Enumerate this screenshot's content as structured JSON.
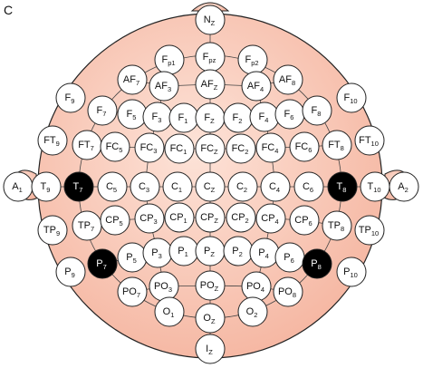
{
  "panel_label": "C",
  "colors": {
    "scalp": "#f5b5a0",
    "scalp_light": "#fde3d8",
    "scalp_stroke": "#222222",
    "electrode_fill": "#ffffff",
    "electrode_selected": "#000000"
  },
  "electrodes": [
    {
      "id": "Nz",
      "base": "N",
      "sub": "Z"
    },
    {
      "id": "Fp1",
      "base": "F",
      "sub": "p1"
    },
    {
      "id": "Fpz",
      "base": "F",
      "sub": "pz"
    },
    {
      "id": "Fp2",
      "base": "F",
      "sub": "p2"
    },
    {
      "id": "AF7",
      "base": "AF",
      "sub": "7"
    },
    {
      "id": "AF3",
      "base": "AF",
      "sub": "3"
    },
    {
      "id": "AFz",
      "base": "AF",
      "sub": "Z"
    },
    {
      "id": "AF4",
      "base": "AF",
      "sub": "4"
    },
    {
      "id": "AF8",
      "base": "AF",
      "sub": "8"
    },
    {
      "id": "F9",
      "base": "F",
      "sub": "9"
    },
    {
      "id": "F7",
      "base": "F",
      "sub": "7"
    },
    {
      "id": "F5",
      "base": "F",
      "sub": "5"
    },
    {
      "id": "F3",
      "base": "F",
      "sub": "3"
    },
    {
      "id": "F1",
      "base": "F",
      "sub": "1"
    },
    {
      "id": "Fz",
      "base": "F",
      "sub": "Z"
    },
    {
      "id": "F2",
      "base": "F",
      "sub": "2"
    },
    {
      "id": "F4",
      "base": "F",
      "sub": "4"
    },
    {
      "id": "F6",
      "base": "F",
      "sub": "6"
    },
    {
      "id": "F8",
      "base": "F",
      "sub": "8"
    },
    {
      "id": "F10",
      "base": "F",
      "sub": "10"
    },
    {
      "id": "FT9",
      "base": "FT",
      "sub": "9"
    },
    {
      "id": "FT7",
      "base": "FT",
      "sub": "7"
    },
    {
      "id": "FC5",
      "base": "FC",
      "sub": "5"
    },
    {
      "id": "FC3",
      "base": "FC",
      "sub": "3"
    },
    {
      "id": "FC1",
      "base": "FC",
      "sub": "1"
    },
    {
      "id": "FCz",
      "base": "FC",
      "sub": "Z"
    },
    {
      "id": "FC2",
      "base": "FC",
      "sub": "2"
    },
    {
      "id": "FC4",
      "base": "FC",
      "sub": "4"
    },
    {
      "id": "FC6",
      "base": "FC",
      "sub": "6"
    },
    {
      "id": "FT8",
      "base": "FT",
      "sub": "8"
    },
    {
      "id": "FT10",
      "base": "FT",
      "sub": "10"
    },
    {
      "id": "A1",
      "base": "A",
      "sub": "1"
    },
    {
      "id": "T9",
      "base": "T",
      "sub": "9"
    },
    {
      "id": "T7",
      "base": "T",
      "sub": "7",
      "selected": true
    },
    {
      "id": "C5",
      "base": "C",
      "sub": "5"
    },
    {
      "id": "C3",
      "base": "C",
      "sub": "3"
    },
    {
      "id": "C1",
      "base": "C",
      "sub": "1"
    },
    {
      "id": "Cz",
      "base": "C",
      "sub": "Z"
    },
    {
      "id": "C2",
      "base": "C",
      "sub": "2"
    },
    {
      "id": "C4",
      "base": "C",
      "sub": "4"
    },
    {
      "id": "C6",
      "base": "C",
      "sub": "6"
    },
    {
      "id": "T8",
      "base": "T",
      "sub": "8",
      "selected": true
    },
    {
      "id": "T10",
      "base": "T",
      "sub": "10"
    },
    {
      "id": "A2",
      "base": "A",
      "sub": "2"
    },
    {
      "id": "TP9",
      "base": "TP",
      "sub": "9"
    },
    {
      "id": "TP7",
      "base": "TP",
      "sub": "7"
    },
    {
      "id": "CP5",
      "base": "CP",
      "sub": "5"
    },
    {
      "id": "CP3",
      "base": "CP",
      "sub": "3"
    },
    {
      "id": "CP1",
      "base": "CP",
      "sub": "1"
    },
    {
      "id": "CPz",
      "base": "CP",
      "sub": "Z"
    },
    {
      "id": "CP2",
      "base": "CP",
      "sub": "2"
    },
    {
      "id": "CP4",
      "base": "CP",
      "sub": "4"
    },
    {
      "id": "CP6",
      "base": "CP",
      "sub": "6"
    },
    {
      "id": "TP8",
      "base": "TP",
      "sub": "8"
    },
    {
      "id": "TP10",
      "base": "TP",
      "sub": "10"
    },
    {
      "id": "P9",
      "base": "P",
      "sub": "9"
    },
    {
      "id": "P7",
      "base": "P",
      "sub": "7",
      "selected": true
    },
    {
      "id": "P5",
      "base": "P",
      "sub": "5"
    },
    {
      "id": "P3",
      "base": "P",
      "sub": "3"
    },
    {
      "id": "P1",
      "base": "P",
      "sub": "1"
    },
    {
      "id": "Pz",
      "base": "P",
      "sub": "Z"
    },
    {
      "id": "P2",
      "base": "P",
      "sub": "2"
    },
    {
      "id": "P4",
      "base": "P",
      "sub": "4"
    },
    {
      "id": "P6",
      "base": "P",
      "sub": "6"
    },
    {
      "id": "P8",
      "base": "P",
      "sub": "8",
      "selected": true
    },
    {
      "id": "P10",
      "base": "P",
      "sub": "10"
    },
    {
      "id": "PO7",
      "base": "PO",
      "sub": "7"
    },
    {
      "id": "PO3",
      "base": "PO",
      "sub": "3"
    },
    {
      "id": "POz",
      "base": "PO",
      "sub": "Z"
    },
    {
      "id": "PO4",
      "base": "PO",
      "sub": "4"
    },
    {
      "id": "PO8",
      "base": "PO",
      "sub": "8"
    },
    {
      "id": "O1",
      "base": "O",
      "sub": "1"
    },
    {
      "id": "Oz",
      "base": "O",
      "sub": "Z"
    },
    {
      "id": "O2",
      "base": "O",
      "sub": "2"
    },
    {
      "id": "Iz",
      "base": "I",
      "sub": "Z"
    }
  ]
}
